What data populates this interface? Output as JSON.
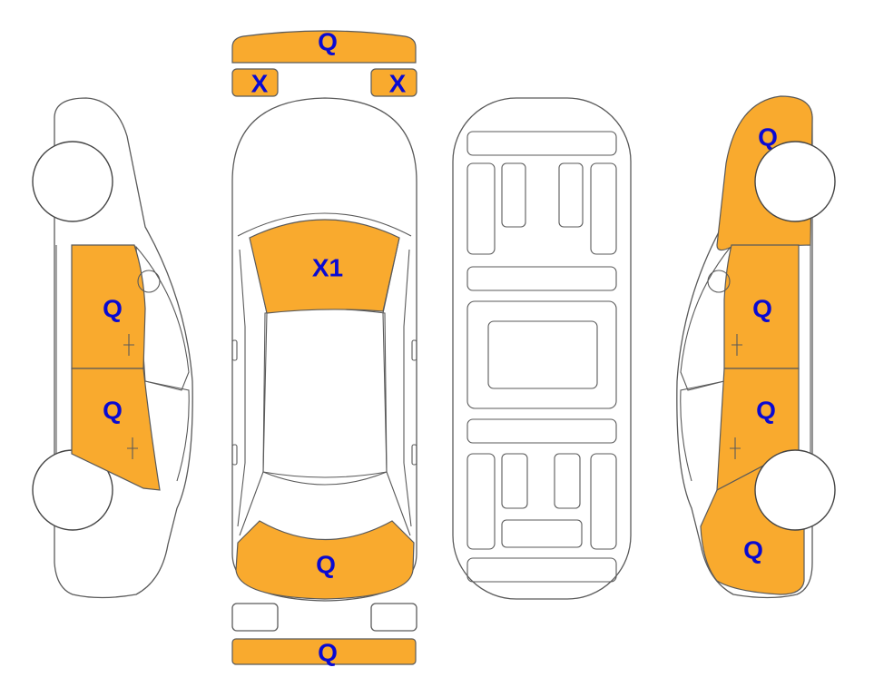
{
  "colors": {
    "damage_fill": "#F9AA2E",
    "label": "#0A0AD2",
    "outline": "#5A5A5A"
  },
  "parts": {
    "front_bumper": {
      "code": "Q"
    },
    "left_headlight": {
      "code": "X"
    },
    "right_headlight": {
      "code": "X"
    },
    "windshield": {
      "code": "X1"
    },
    "trunk_lid": {
      "code": "Q"
    },
    "rear_bumper": {
      "code": "Q"
    },
    "left_front_door": {
      "code": "Q"
    },
    "left_rear_door": {
      "code": "Q"
    },
    "right_front_fender": {
      "code": "Q"
    },
    "right_front_door": {
      "code": "Q"
    },
    "right_rear_door": {
      "code": "Q"
    },
    "right_rear_quarter": {
      "code": "Q"
    }
  }
}
